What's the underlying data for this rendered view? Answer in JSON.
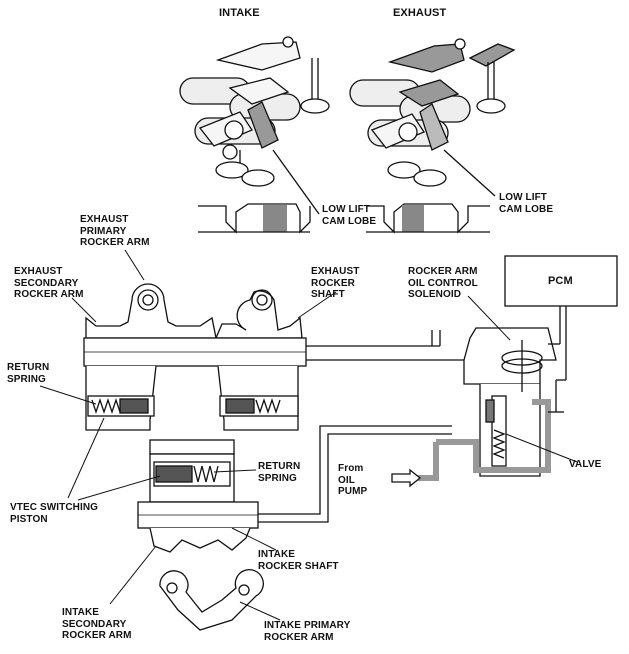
{
  "headers": {
    "intake": "INTAKE",
    "exhaust": "EXHAUST"
  },
  "labels": {
    "low_lift_cam_lobe_left": "LOW LIFT\nCAM LOBE",
    "low_lift_cam_lobe_right": "LOW LIFT\nCAM LOBE",
    "exhaust_primary_rocker_arm": "EXHAUST\nPRIMARY\nROCKER ARM",
    "exhaust_secondary_rocker_arm": "EXHAUST\nSECONDARY\nROCKER ARM",
    "exhaust_rocker_shaft": "EXHAUST\nROCKER\nSHAFT",
    "rocker_arm_oil_control_solenoid": "ROCKER ARM\nOIL CONTROL\nSOLENOID",
    "pcm": "PCM",
    "return_spring_left": "RETURN\nSPRING",
    "return_spring_center": "RETURN\nSPRING",
    "from_oil_pump": "From\nOIL\nPUMP",
    "valve": "VALVE",
    "vtec_switching_piston": "VTEC SWITCHING\nPISTON",
    "intake_rocker_shaft": "INTAKE\nROCKER SHAFT",
    "intake_secondary_rocker_arm": "INTAKE\nSECONDARY\nROCKER ARM",
    "intake_primary_rocker_arm": "INTAKE PRIMARY\nROCKER ARM"
  },
  "colors": {
    "ink": "#111111",
    "shade": "#8a8a8a",
    "oil": "#c8c8c8",
    "paper": "#ffffff"
  }
}
